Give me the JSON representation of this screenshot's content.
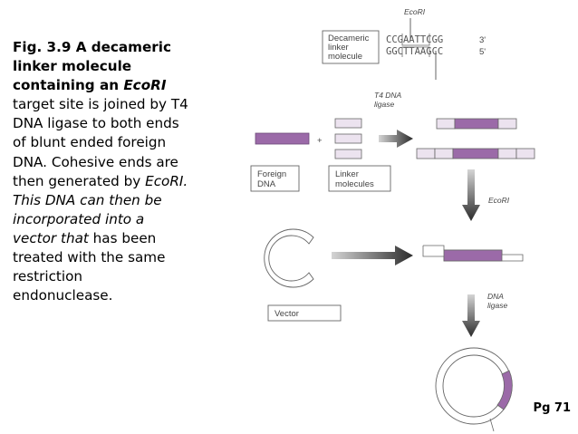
{
  "caption": {
    "line1": "Fig. 3.9 A decameric",
    "line2": "linker molecule",
    "line3_a": "containing an ",
    "line3_b": "EcoRI",
    "line4": "target site is joined by T4",
    "line5": "DNA ligase to both ends",
    "line6": "of blunt ended foreign",
    "line7": "DNA. Cohesive ends are",
    "line8_a": "then generated by ",
    "line8_b": "EcoRI.",
    "line9": "This DNA can then be",
    "line10": "incorporated into a",
    "line11_a": "vector that",
    "line11_b": " has been",
    "line12": "treated with the same",
    "line13": "restriction",
    "line14": "endonuclease."
  },
  "page_number": "Pg 71",
  "diagram": {
    "ecori_top": "EcoRI",
    "linker_box": [
      "Decameric",
      "linker",
      "molecule"
    ],
    "seq_top": "CCGAATTCGG",
    "seq_bottom": "GGCTTAAGCC",
    "seq_top_end": "3'",
    "seq_bottom_end": "5'",
    "t4_label": [
      "T4 DNA",
      "ligase"
    ],
    "plus": "+",
    "foreign_box": [
      "Foreign",
      "DNA"
    ],
    "linkers_box": [
      "Linker",
      "molecules"
    ],
    "ecori_step": "EcoRI",
    "vector_box": "Vector",
    "dna_ligase": [
      "DNA",
      "ligase"
    ]
  },
  "colors": {
    "dna_purple": "#9b6aa8",
    "linker_fill": "#ece3ef",
    "outline": "#555555",
    "arrow_dark": "#2b2b2b",
    "arrow_light": "#cfcfcf"
  }
}
